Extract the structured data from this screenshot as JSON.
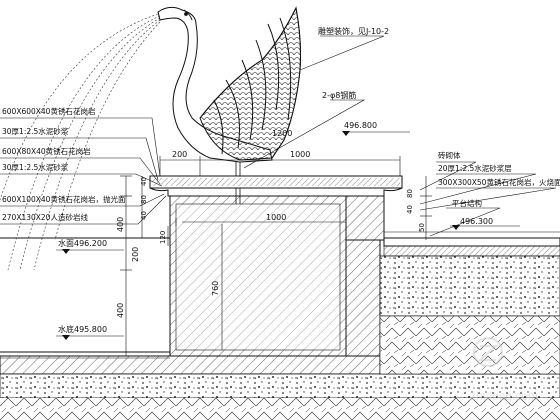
{
  "labels": {
    "callout_sculpture": "雕塑装饰，见J-10-2",
    "callout_rebar": "2-φ8钢筋",
    "elev_top_right": "496.800",
    "elev_platform": "496.300",
    "elev_water": "水面496.200",
    "elev_bottom": "水底495.800",
    "left_note_1": "600X600X40黄锈石花岗岩",
    "left_note_2": "30厚1:2.5水泥砂浆",
    "left_note_3": "600X80X40黄锈石花岗岩",
    "left_note_4": "30厚1:2.5水泥砂浆",
    "left_note_5": "600X100X40黄锈石花岗岩，抛光面",
    "left_note_6": "270X130X20人造砂岩线",
    "right_note_1": "砖砌体",
    "right_note_2": "20厚1:2.5水泥砂浆层",
    "right_note_3": "300X300X50黄锈石花岗岩，火烧面",
    "right_note_4": "平台结构",
    "watermark": "zhulong.com"
  },
  "dimensions": {
    "d_200_top": "200",
    "d_1000_top": "1000",
    "d_1200": "1200",
    "d_1000_inner": "1000",
    "d_760": "760",
    "d_120": "120",
    "d_400_upper": "400",
    "d_200_mid": "200",
    "d_400_lower": "400",
    "d_40_a": "40",
    "d_80_a": "80",
    "d_40_b": "40",
    "d_80_right": "80",
    "d_40_right": "40",
    "d_50_right": "50"
  }
}
